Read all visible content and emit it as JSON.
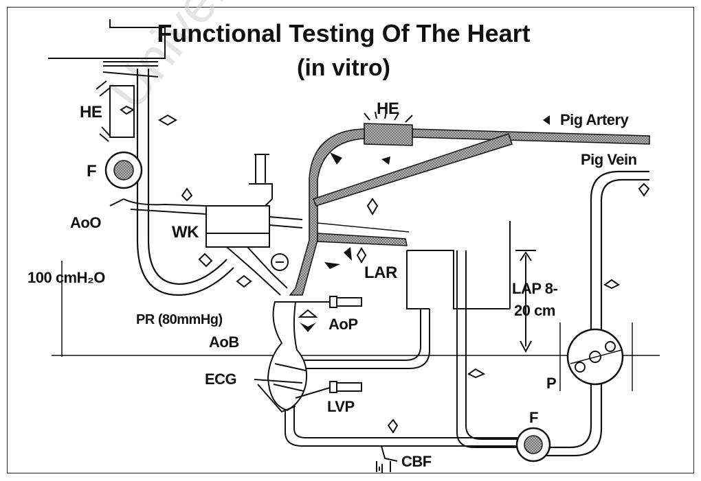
{
  "title": {
    "line1": "Functional Testing Of The Heart",
    "line2": "(in vitro)"
  },
  "watermark": "University of C",
  "labels": {
    "he_left": "HE",
    "f_left": "F",
    "aoo": "AoO",
    "wk": "WK",
    "pressure_col": "100 cmH₂O",
    "he_top": "HE",
    "pig_artery": "Pig Artery",
    "pig_vein": "Pig Vein",
    "lar": "LAR",
    "lap_line1": "LAP 8-",
    "lap_line2": "20 cm",
    "pr": "PR (80mmHg)",
    "aob": "AoB",
    "aop": "AoP",
    "ecg": "ECG",
    "lvp": "LVP",
    "p_right": "P",
    "f_bottom": "F",
    "cbf": "CBF"
  },
  "colors": {
    "line": "#111111",
    "tube_fill": "#9a9a9a",
    "watermark": "#cfcfcf"
  }
}
